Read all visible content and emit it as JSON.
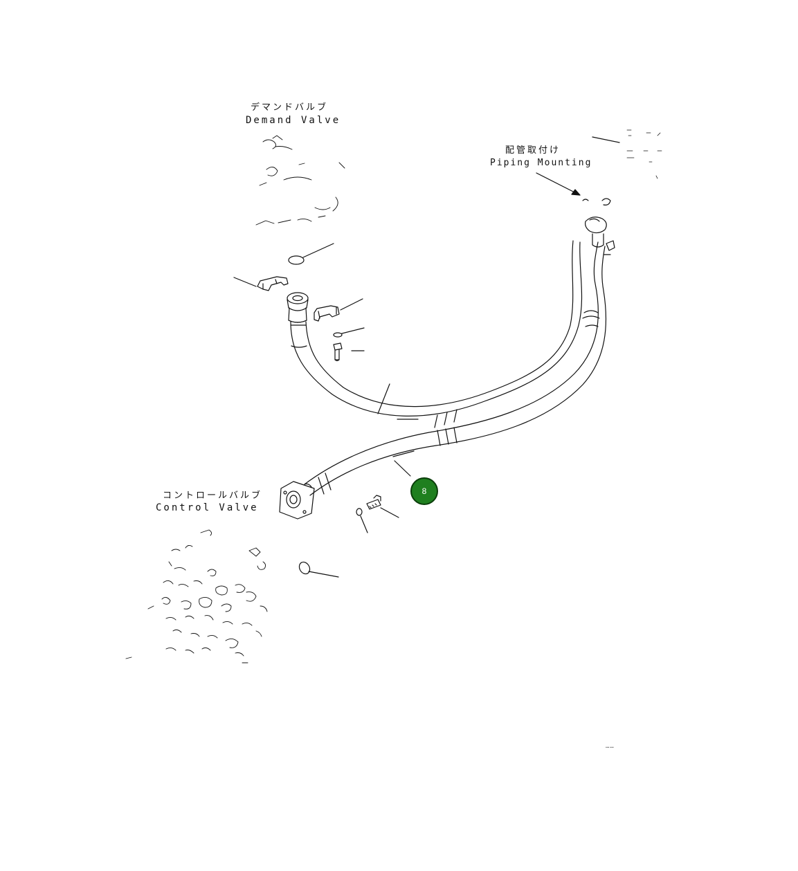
{
  "labels": {
    "demand_valve_jp": "デマンドバルブ",
    "demand_valve_en": "Demand Valve",
    "piping_mounting_jp": "配管取付け",
    "piping_mounting_en": "Piping Mounting",
    "control_valve_jp": "コントロールバルブ",
    "control_valve_en": "Control Valve"
  },
  "callouts": [
    {
      "number": "8",
      "color": "#1f7f1f"
    }
  ],
  "drawing_code": "……",
  "colors": {
    "line": "#111111",
    "background": "#ffffff",
    "callout_fill": "#1f7f1f"
  }
}
